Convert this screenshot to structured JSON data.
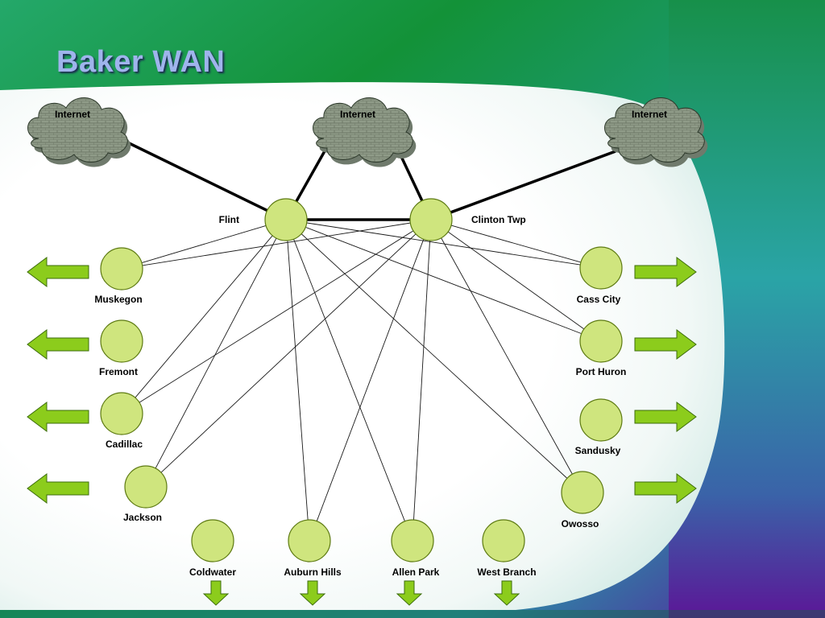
{
  "slide": {
    "title": "Baker WAN"
  },
  "colors": {
    "node_fill": "#cfe57e",
    "node_stroke": "#5d7a12",
    "arrow_fill": "#8ccc1c",
    "arrow_stroke": "#3d6d0c",
    "cloud_fill": "#8d9a86",
    "bg_green": "#19a046",
    "bg_teal": "#2aa0a8",
    "bg_purple": "#5b1a9a"
  },
  "clouds": [
    {
      "id": "cloud-left",
      "label": "Internet"
    },
    {
      "id": "cloud-center",
      "label": "Internet"
    },
    {
      "id": "cloud-right",
      "label": "Internet"
    }
  ],
  "nodes": {
    "flint": "Flint",
    "clinton": "Clinton Twp",
    "muskegon": "Muskegon",
    "fremont": "Fremont",
    "cadillac": "Cadillac",
    "jackson": "Jackson",
    "coldwater": "Coldwater",
    "auburn": "Auburn Hills",
    "allen": "Allen Park",
    "westbranch": "West Branch",
    "casscity": "Cass City",
    "porthuron": "Port Huron",
    "sandusky": "Sandusky",
    "owosso": "Owosso"
  },
  "links": [
    {
      "from": "flint",
      "to": "muskegon"
    },
    {
      "from": "flint",
      "to": "cadillac"
    },
    {
      "from": "flint",
      "to": "jackson"
    },
    {
      "from": "flint",
      "to": "auburn"
    },
    {
      "from": "flint",
      "to": "allen"
    },
    {
      "from": "flint",
      "to": "owosso"
    },
    {
      "from": "flint",
      "to": "casscity"
    },
    {
      "from": "flint",
      "to": "porthuron"
    },
    {
      "from": "clinton",
      "to": "muskegon"
    },
    {
      "from": "clinton",
      "to": "cadillac"
    },
    {
      "from": "clinton",
      "to": "jackson"
    },
    {
      "from": "clinton",
      "to": "auburn"
    },
    {
      "from": "clinton",
      "to": "allen"
    },
    {
      "from": "clinton",
      "to": "owosso"
    },
    {
      "from": "clinton",
      "to": "casscity"
    },
    {
      "from": "clinton",
      "to": "porthuron"
    }
  ],
  "trunk_links": [
    {
      "from": "cloud-left",
      "to": "flint"
    },
    {
      "from": "cloud-center",
      "to": "flint"
    },
    {
      "from": "cloud-center",
      "to": "clinton"
    },
    {
      "from": "cloud-right",
      "to": "clinton"
    },
    {
      "from": "flint",
      "to": "clinton"
    }
  ],
  "arrows": [
    {
      "id": "arrow-muskegon",
      "direction": "left"
    },
    {
      "id": "arrow-fremont",
      "direction": "left"
    },
    {
      "id": "arrow-cadillac",
      "direction": "left"
    },
    {
      "id": "arrow-jackson",
      "direction": "left"
    },
    {
      "id": "arrow-casscity",
      "direction": "right"
    },
    {
      "id": "arrow-porthuron",
      "direction": "right"
    },
    {
      "id": "arrow-sandusky",
      "direction": "right"
    },
    {
      "id": "arrow-owosso",
      "direction": "right"
    },
    {
      "id": "arrow-coldwater",
      "direction": "down"
    },
    {
      "id": "arrow-auburn",
      "direction": "down"
    },
    {
      "id": "arrow-allen",
      "direction": "down"
    },
    {
      "id": "arrow-westbranch",
      "direction": "down"
    }
  ]
}
